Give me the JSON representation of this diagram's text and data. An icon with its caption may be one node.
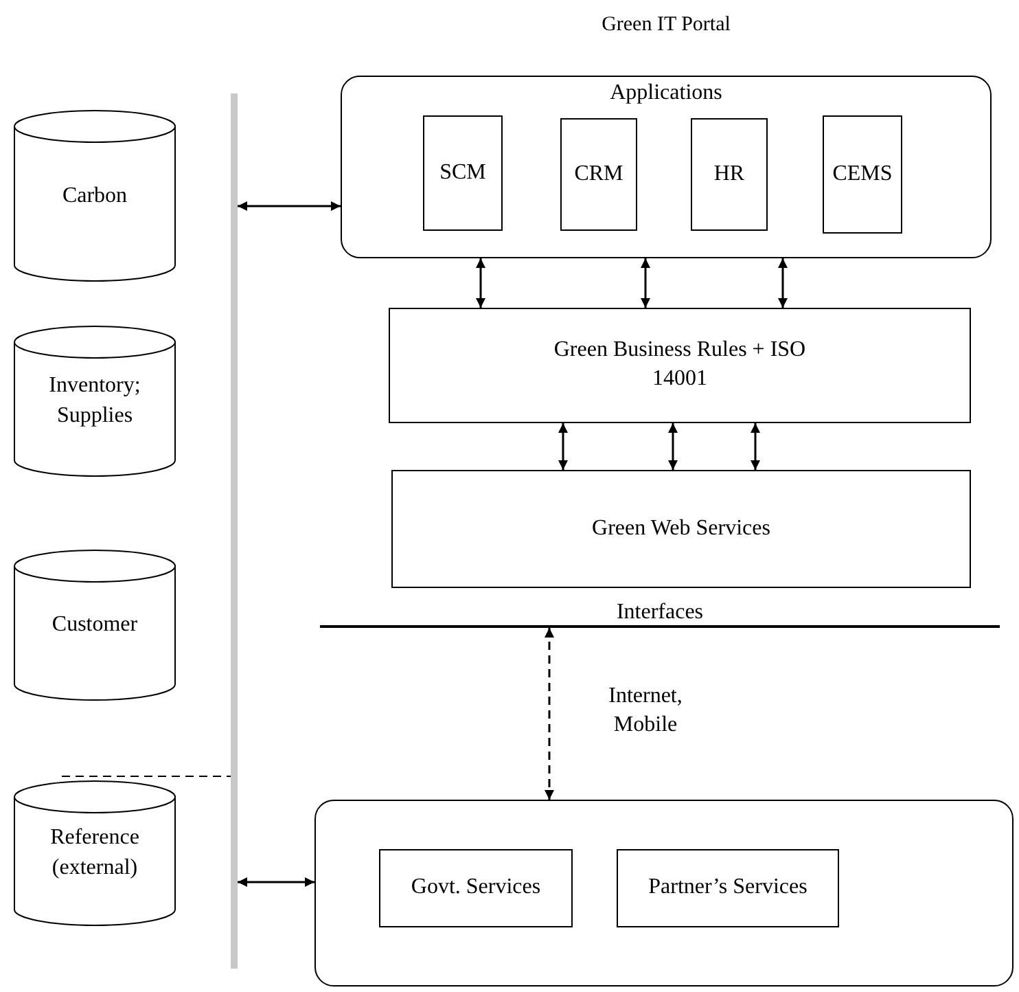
{
  "diagram": {
    "title": "Green IT Portal",
    "nodes": [
      {
        "text": [
          "Applications"
        ]
      },
      {
        "text": [
          "SCM"
        ],
        "in": 0
      },
      {
        "text": [
          "CRM"
        ],
        "in": 0
      },
      {
        "text": [
          "HR"
        ],
        "in": 0
      },
      {
        "text": [
          "CEMS"
        ],
        "in": 0
      },
      {
        "text": [
          "Green Business Rules + ISO 14001"
        ]
      },
      {
        "text": [
          "Green Web Services"
        ]
      },
      {
        "text": [
          "Interfaces"
        ]
      },
      {
        "text": [],
        "shape": "box"
      },
      {
        "text": [
          "Govt. Services"
        ],
        "in": 8
      },
      {
        "text": [
          "Partner’s Services"
        ],
        "in": 8
      },
      {
        "text": [
          "Carbon"
        ]
      },
      {
        "text": [
          "Inventory; Supplies"
        ]
      },
      {
        "text": [
          "Customer"
        ]
      },
      {
        "text": [
          "Reference (external)"
        ]
      },
      {
        "text": [],
        "shape": "bar"
      }
    ],
    "edges": [
      {
        "from": 15,
        "to": 0,
        "arrow": "both"
      },
      {
        "from": 0,
        "to": 5,
        "arrow": "both"
      },
      {
        "from": 0,
        "to": 5,
        "arrow": "both"
      },
      {
        "from": 0,
        "to": 5,
        "arrow": "both"
      },
      {
        "from": 5,
        "to": 6,
        "arrow": "both"
      },
      {
        "from": 5,
        "to": 6,
        "arrow": "both"
      },
      {
        "from": 5,
        "to": 6,
        "arrow": "both"
      },
      {
        "from": 7,
        "to": 8,
        "arrow": "both",
        "style": "dashed",
        "label": "Internet, Mobile"
      },
      {
        "from": 15,
        "to": 8,
        "arrow": "both"
      }
    ]
  }
}
